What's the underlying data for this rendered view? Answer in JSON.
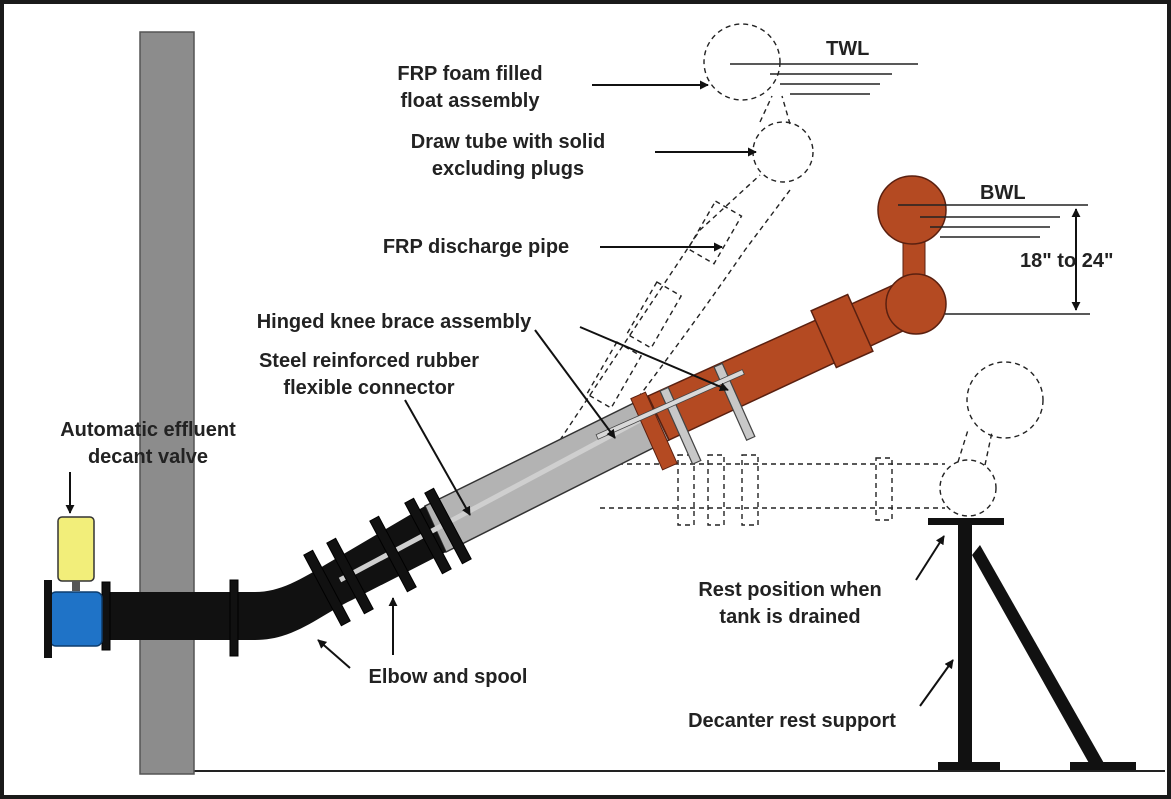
{
  "labels": {
    "twl": "TWL",
    "bwl": "BWL",
    "float_line1": "FRP foam filled",
    "float_line2": "float assembly",
    "draw_line1": "Draw tube with solid",
    "draw_line2": "excluding plugs",
    "discharge": "FRP discharge pipe",
    "knee_brace": "Hinged knee brace assembly",
    "connector_line1": "Steel reinforced rubber",
    "connector_line2": "flexible connector",
    "valve_line1": "Automatic effluent",
    "valve_line2": "decant valve",
    "range": "18\" to 24\"",
    "rest_line1": "Rest position when",
    "rest_line2": "tank is drained",
    "elbow": "Elbow and spool",
    "support": "Decanter rest support"
  },
  "colors": {
    "wall": "#8c8c8c",
    "pipe_black": "#111111",
    "pipe_gray": "#b3b3b3",
    "decanter_orange": "#b44a22",
    "valve_actuator": "#f2ee7a",
    "valve_body": "#1f73c7"
  }
}
